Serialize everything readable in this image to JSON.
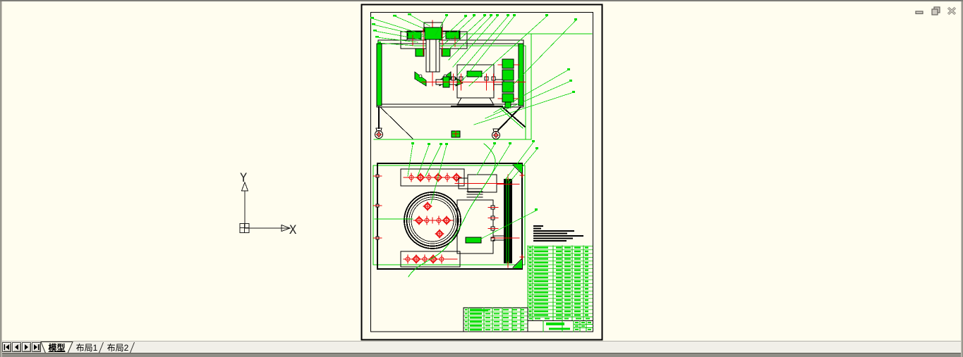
{
  "window": {
    "controls": [
      {
        "icon": "minimize-icon"
      },
      {
        "icon": "restore-icon"
      },
      {
        "icon": "close-icon"
      }
    ]
  },
  "ucs": {
    "x_label": "X",
    "y_label": "Y"
  },
  "tab_bar": {
    "nav_icons": [
      "first-tab-icon",
      "previous-tab-icon",
      "next-tab-icon",
      "last-tab-icon"
    ],
    "tabs": [
      {
        "label": "模型",
        "active": true
      },
      {
        "label": "布局1",
        "active": false
      },
      {
        "label": "布局2",
        "active": false
      }
    ]
  },
  "colors": {
    "canvas_background": "#FFFDEF",
    "drawing_green": "#00CF00",
    "centerline_red": "#E80000",
    "drawing_black": "#000000",
    "chrome_gray": "#F1EFE8"
  }
}
